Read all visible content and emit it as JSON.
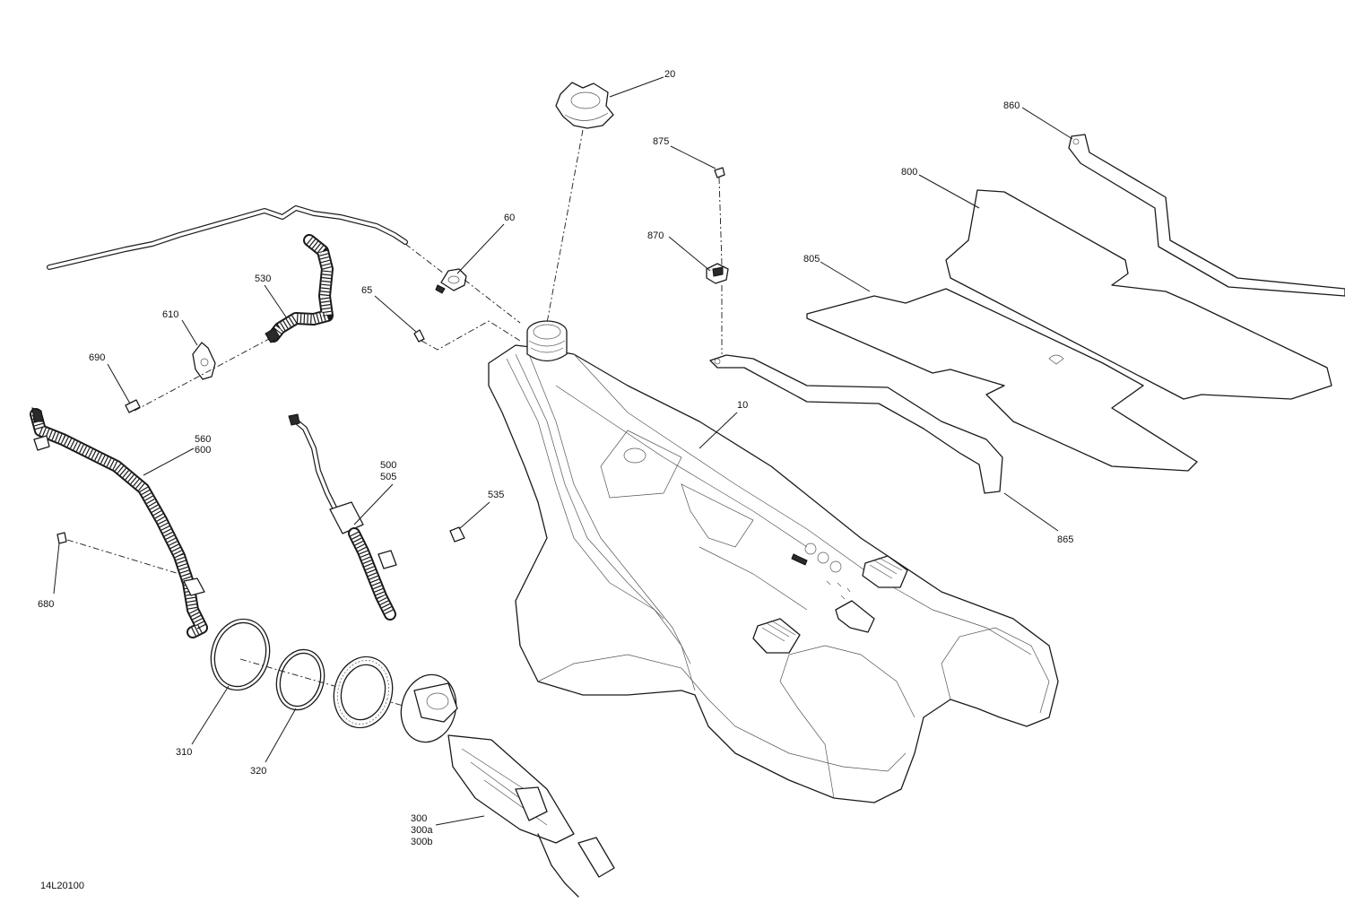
{
  "figure_id": "14L20100",
  "callouts": {
    "c10": "10",
    "c20": "20",
    "c60": "60",
    "c65": "65",
    "c300": "300",
    "c300a": "300a",
    "c300b": "300b",
    "c310": "310",
    "c320": "320",
    "c500": "500",
    "c505": "505",
    "c530": "530",
    "c535": "535",
    "c560": "560",
    "c600": "600",
    "c610": "610",
    "c680": "680",
    "c690": "690",
    "c800": "800",
    "c805": "805",
    "c860": "860",
    "c865": "865",
    "c870": "870",
    "c875": "875"
  }
}
